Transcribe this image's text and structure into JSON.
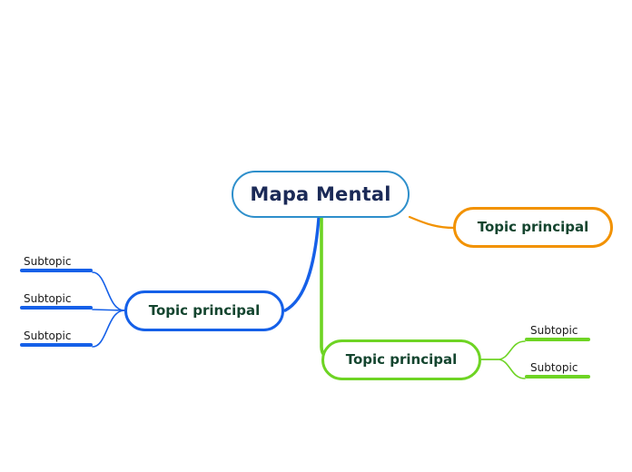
{
  "map": {
    "background_color": "#ffffff",
    "root": {
      "label": "Mapa Mental",
      "border_color": "#2e8fcb",
      "text_color": "#1b2a57"
    },
    "branches": [
      {
        "id": "orange",
        "label": "Topic principal",
        "border_color": "#f29200",
        "edge_color": "#f29200",
        "text_color": "#14452f",
        "side": "right",
        "subtopics": []
      },
      {
        "id": "blue",
        "label": "Topic principal",
        "border_color": "#1560e8",
        "edge_color": "#1560e8",
        "text_color": "#14452f",
        "side": "left",
        "subtopics": [
          {
            "label": "Subtopic",
            "rule_color": "#1560e8"
          },
          {
            "label": "Subtopic",
            "rule_color": "#1560e8"
          },
          {
            "label": "Subtopic",
            "rule_color": "#1560e8"
          }
        ]
      },
      {
        "id": "green",
        "label": "Topic principal",
        "border_color": "#6ed424",
        "edge_color": "#6ed424",
        "text_color": "#14452f",
        "side": "right",
        "subtopics": [
          {
            "label": "Subtopic",
            "rule_color": "#6ed424"
          },
          {
            "label": "Subtopic",
            "rule_color": "#6ed424"
          }
        ]
      }
    ]
  }
}
